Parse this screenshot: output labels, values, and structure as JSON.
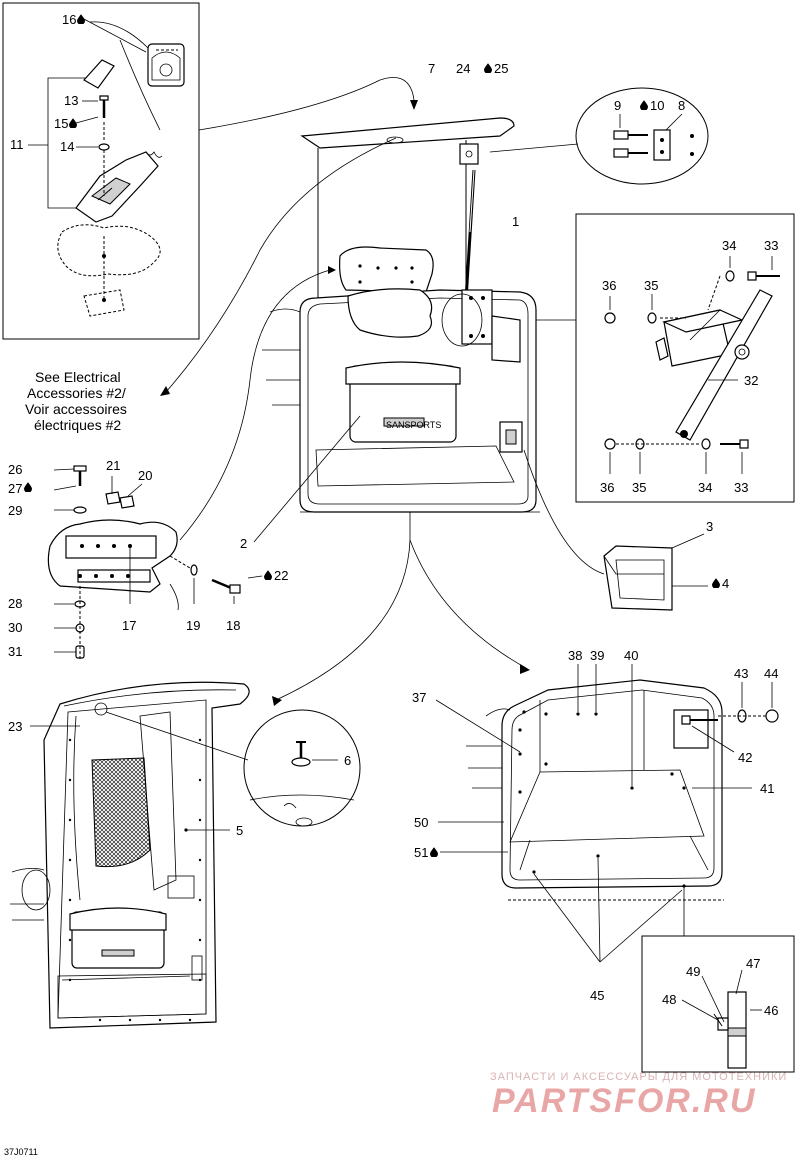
{
  "labels": {
    "n1": "1",
    "n2": "2",
    "n3": "3",
    "n4": "4",
    "n5": "5",
    "n6": "6",
    "n7": "7",
    "n8": "8",
    "n9": "9",
    "n10": "10",
    "n11": "11",
    "n12": "",
    "n13": "13",
    "n14": "14",
    "n15": "15",
    "n16": "16",
    "n17": "17",
    "n18": "18",
    "n19": "19",
    "n20": "20",
    "n21": "21",
    "n22": "22",
    "n23": "23",
    "n24": "24",
    "n25": "25",
    "n26": "26",
    "n27": "27",
    "n28": "28",
    "n29": "29",
    "n30": "30",
    "n31": "31",
    "n32": "32",
    "n33a": "33",
    "n33b": "33",
    "n34a": "34",
    "n34b": "34",
    "n35a": "35",
    "n35b": "35",
    "n36a": "36",
    "n36b": "36",
    "n37": "37",
    "n38": "38",
    "n39": "39",
    "n40": "40",
    "n41": "41",
    "n42": "42",
    "n43": "43",
    "n44": "44",
    "n45": "45",
    "n46": "46",
    "n47": "47",
    "n48": "48",
    "n49": "49",
    "n50": "50",
    "n51": "51"
  },
  "note": {
    "line1": "See Electrical",
    "line2": "Accessories #2/",
    "line3": "Voir accessoires",
    "line4": "électriques #2"
  },
  "drop_symbol": "💧",
  "diagram_code": "37J0711",
  "watermark": {
    "line1": "ЗАПЧАСТИ И АКСЕССУАРЫ ДЛЯ МОТОТЕХНИКИ",
    "line2": "PARTSFOR.RU"
  },
  "box_label": "SANSPORTS"
}
